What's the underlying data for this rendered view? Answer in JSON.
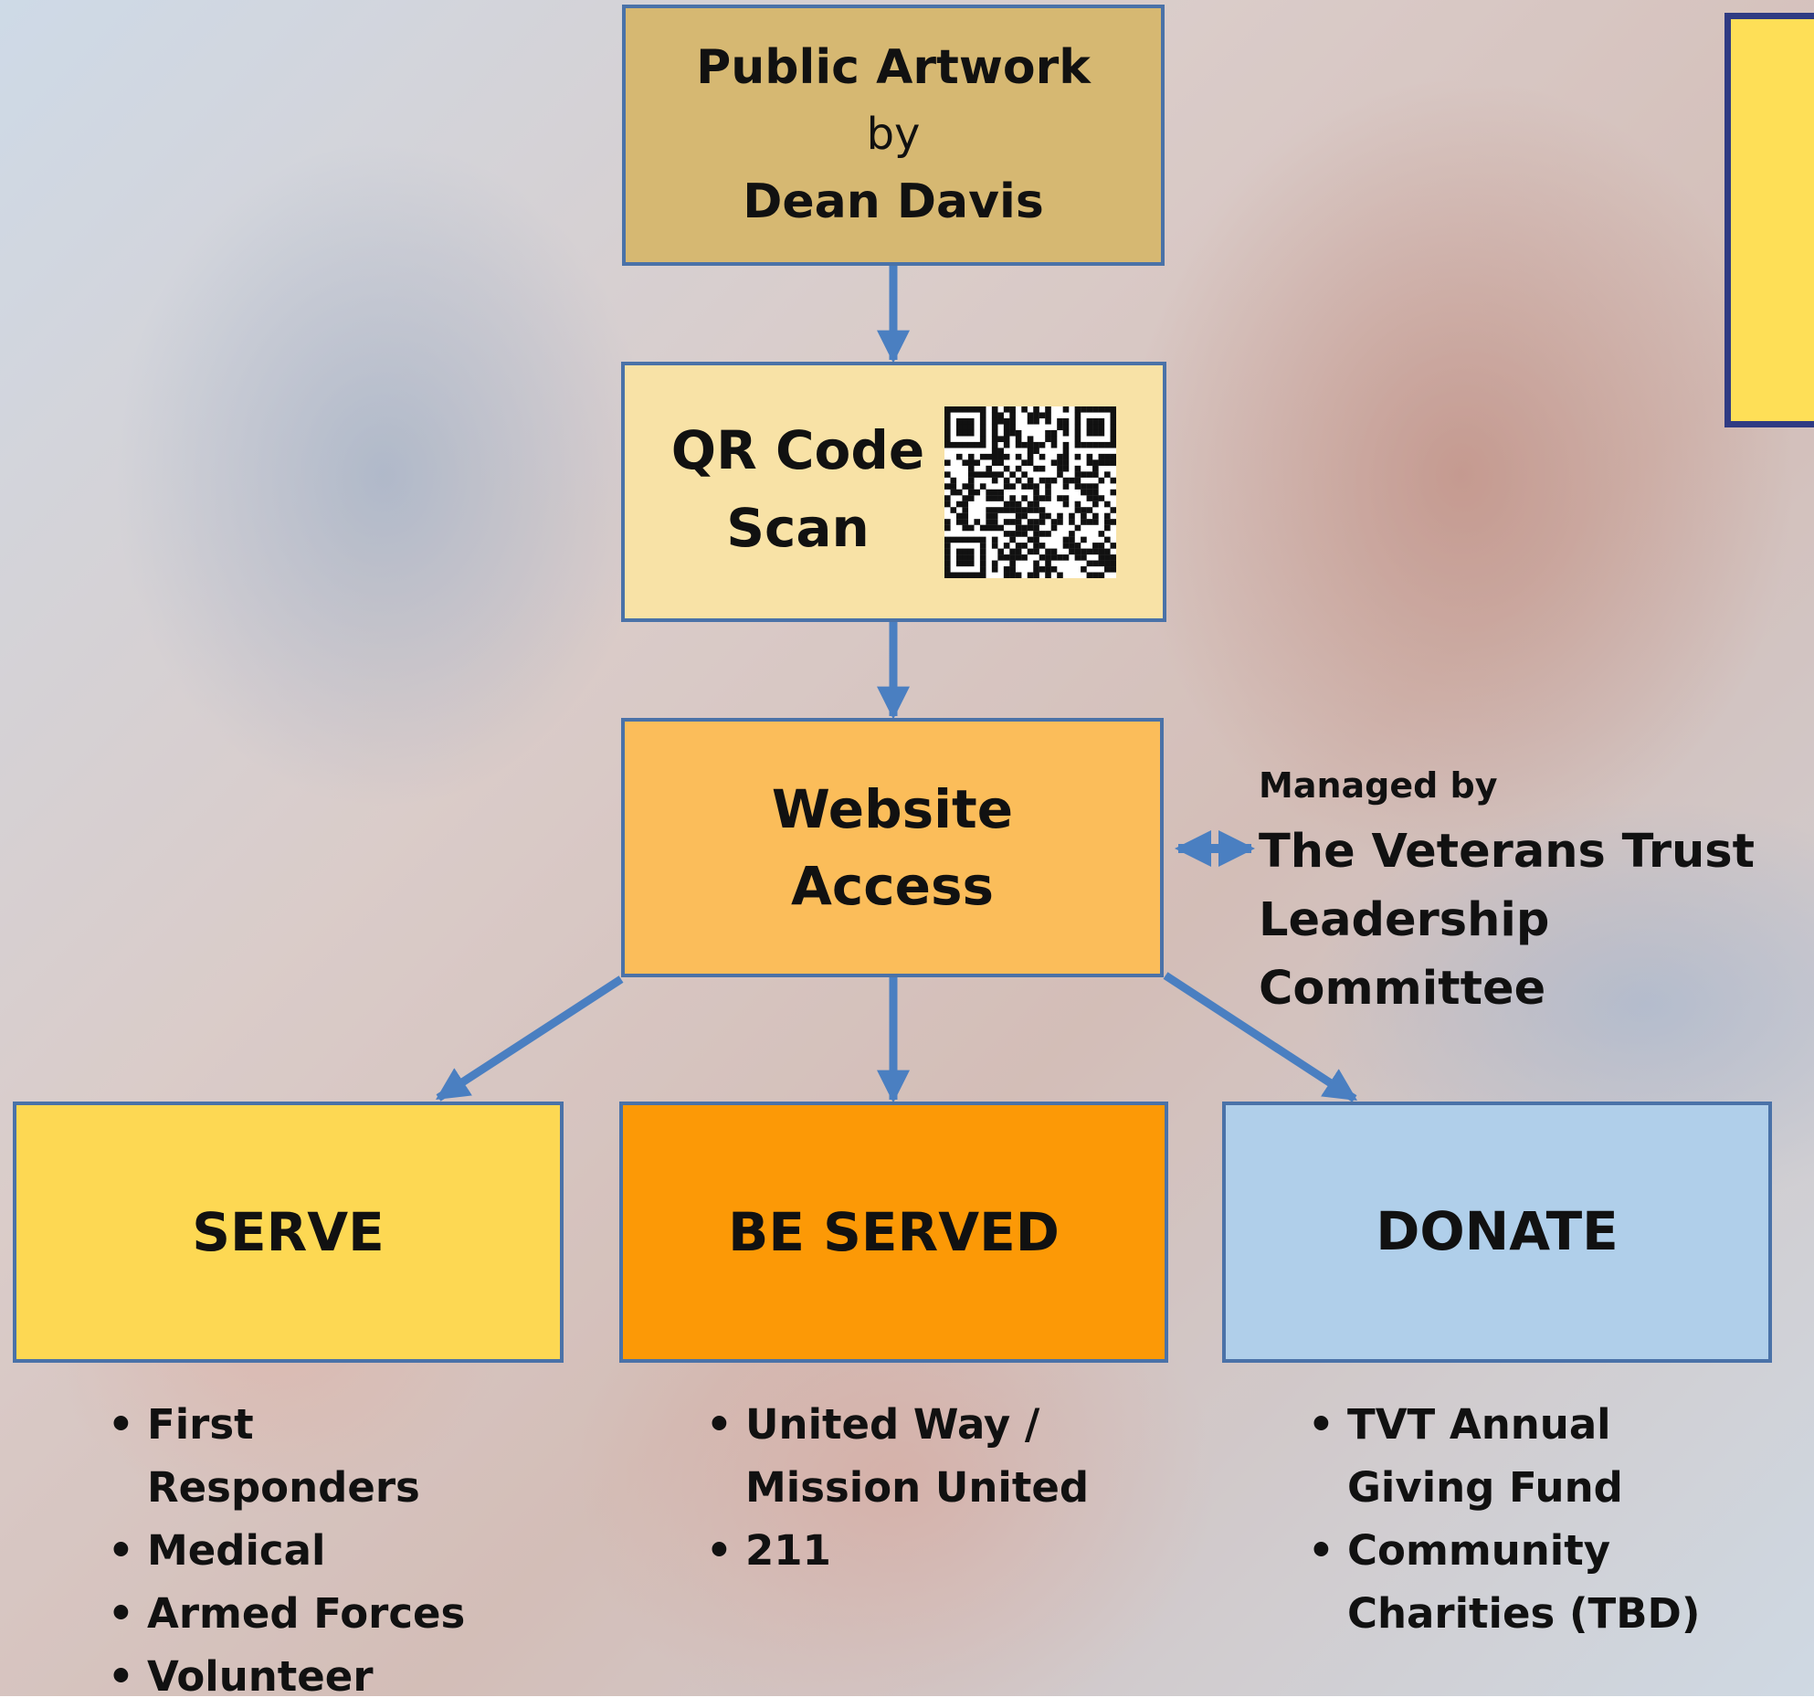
{
  "artwork": {
    "line1": "Public Artwork",
    "line2": "by",
    "line3": "Dean Davis"
  },
  "qr": {
    "line1": "QR Code",
    "line2": "Scan",
    "icon": "qr-code-icon"
  },
  "website": {
    "line1": "Website",
    "line2": "Access"
  },
  "managed": {
    "label": "Managed by",
    "org_line1": "The Veterans Trust",
    "org_line2": "Leadership Committee"
  },
  "categories": [
    {
      "title": "SERVE",
      "items": [
        "First Responders",
        "Medical",
        "Armed Forces",
        "Volunteer"
      ]
    },
    {
      "title": "BE SERVED",
      "items": [
        "United Way / Mission United",
        "211"
      ]
    },
    {
      "title": "DONATE",
      "items": [
        "TVT Annual Giving Fund",
        "Community Charities (TBD)"
      ]
    }
  ],
  "colors": {
    "artwork": "#d6b872",
    "qr": "#f8e2a6",
    "website": "#fbbd5a",
    "serve": "#fdd853",
    "be_served": "#fc9906",
    "donate": "#b0cfea",
    "border": "#4a72a8",
    "arrow": "#4a7fc1"
  }
}
